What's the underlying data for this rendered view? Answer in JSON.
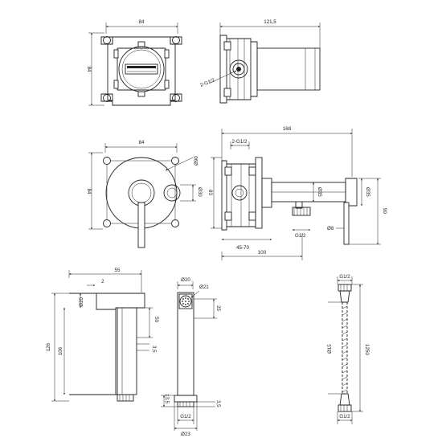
{
  "views": {
    "box_front": {
      "width": "84",
      "height": "84"
    },
    "box_side": {
      "depth": "121,5",
      "thread": "2-G1/2"
    },
    "valve_front": {
      "width": "84",
      "height": "84",
      "outer_dia": "Ø90",
      "knob_dia": "Ø30"
    },
    "valve_side": {
      "length": "168",
      "thread": "2-G1/2",
      "dia_a": "Ø35",
      "dia_b": "Ø35",
      "height_a": "83",
      "height_b": "90",
      "pin_dia": "Ø8",
      "outlet": "G1/2",
      "depth_range": "45-70",
      "depth": "100"
    },
    "spout": {
      "reach": "55",
      "tip": "2",
      "height_a": "126",
      "height_b": "106",
      "drop": "50",
      "dia": "Ø20",
      "offset": "3,5"
    },
    "spout_side": {
      "dia_top": "Ø20",
      "dia_face": "Ø21",
      "dim_right": "25",
      "base_left": "13,5",
      "base_right": "3,5",
      "thread": "G1/2",
      "dia_base": "Ø23"
    },
    "hose": {
      "thread_top": "G1/2",
      "length": "1250",
      "dia": "Ø15",
      "thread_bottom": "G1/2"
    }
  }
}
